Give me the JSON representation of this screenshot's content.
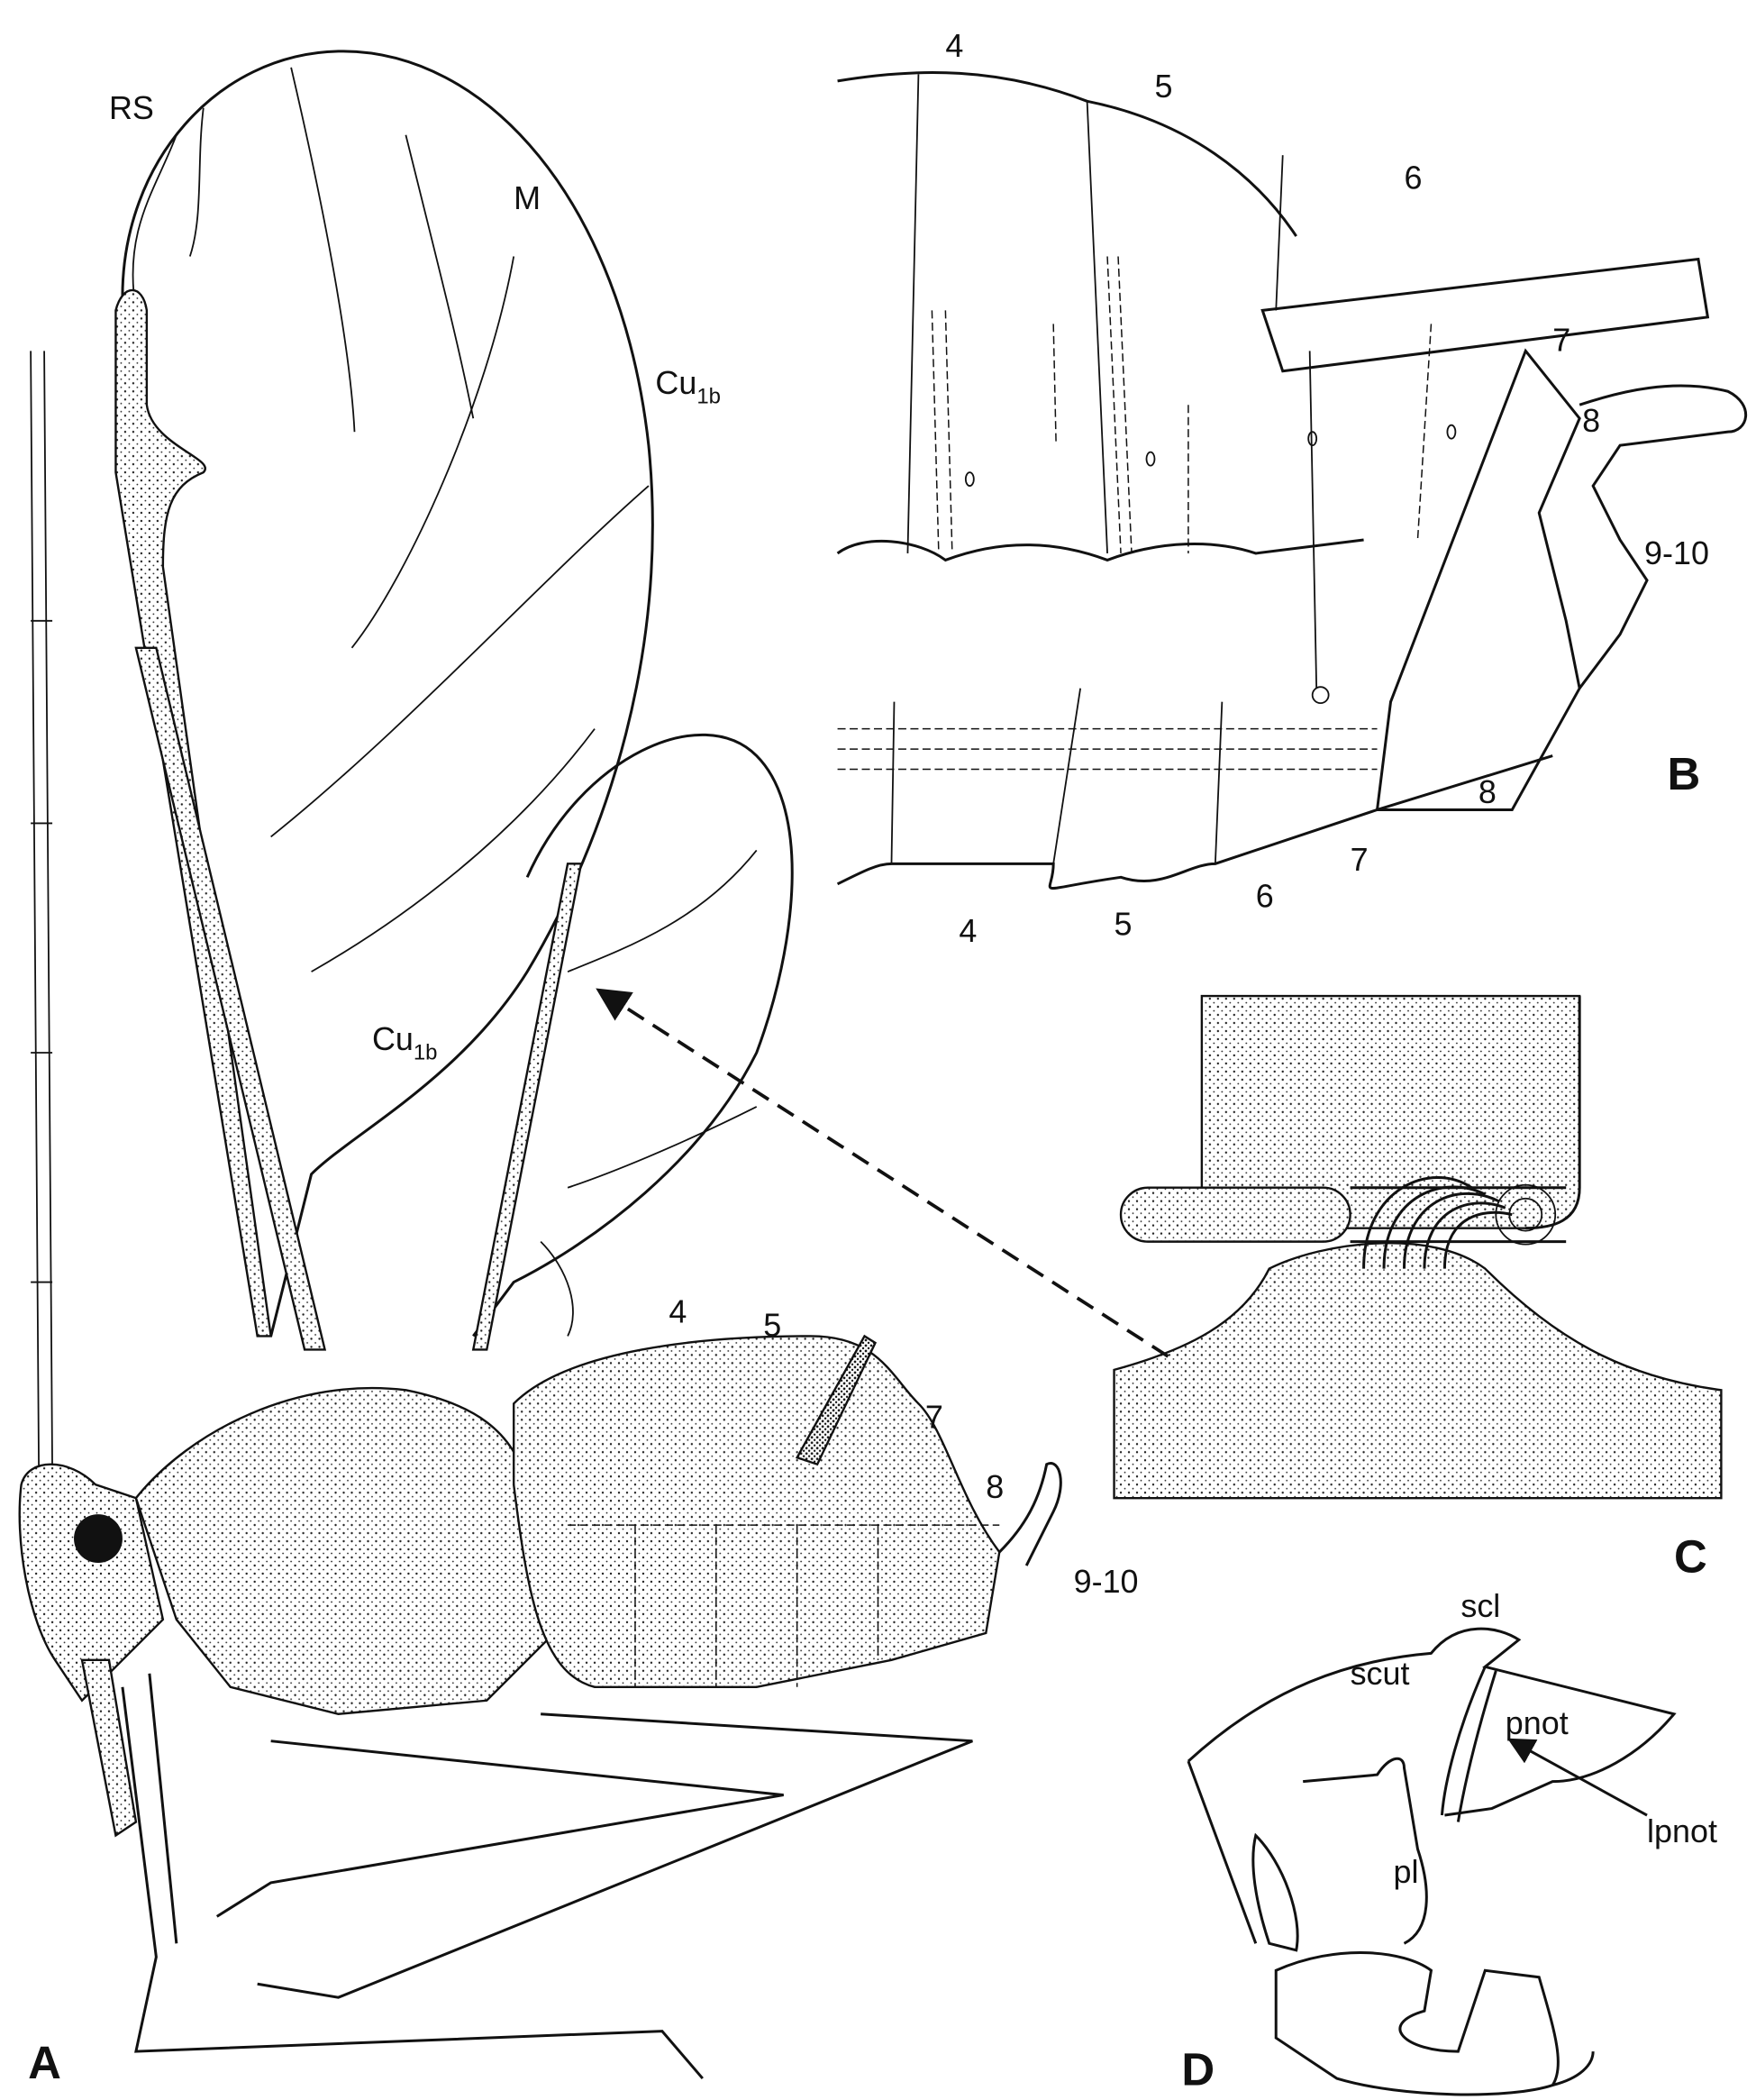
{
  "panels": {
    "A": {
      "letter": "A",
      "veins": {
        "rs": "RS",
        "m": "M",
        "cu_upper": "Cu",
        "cu_upper_sub": "1b",
        "cu_lower": "Cu",
        "cu_lower_sub": "1b"
      },
      "segments": [
        "4",
        "5",
        "7",
        "8",
        "9-10"
      ]
    },
    "B": {
      "letter": "B",
      "dorsal_segments": [
        "4",
        "5",
        "6",
        "7",
        "8",
        "9-10"
      ],
      "ventral_segments": [
        "4",
        "5",
        "6",
        "7",
        "8"
      ]
    },
    "C": {
      "letter": "C"
    },
    "D": {
      "letter": "D",
      "labels": {
        "scl": "scl",
        "scut": "scut",
        "pnot": "pnot",
        "pl": "pl",
        "lpnot": "lpnot"
      }
    }
  }
}
